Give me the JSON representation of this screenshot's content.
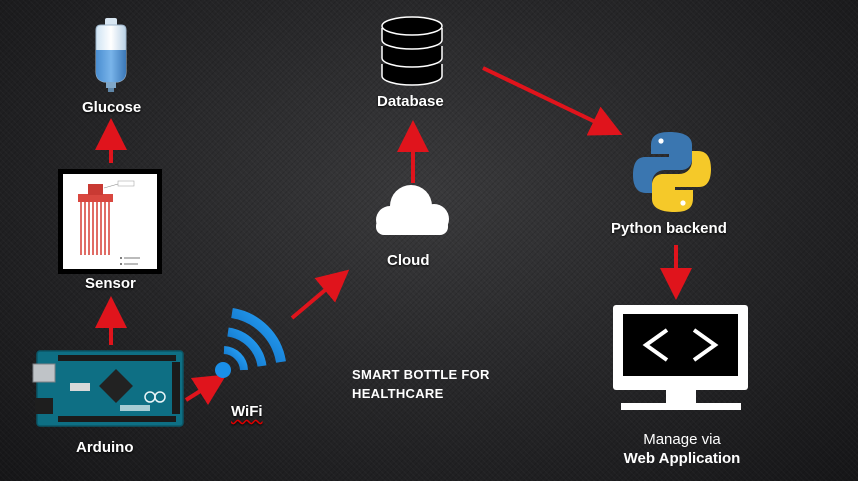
{
  "title": {
    "line1": "SMART BOTTLE FOR",
    "line2": "HEALTHCARE"
  },
  "nodes": {
    "glucose": "Glucose",
    "sensor": "Sensor",
    "arduino": "Arduino",
    "wifi": "WiFi",
    "cloud": "Cloud",
    "database": "Database",
    "python_backend": "Python backend",
    "web_app_prefix": "Manage via",
    "web_app": "Web Application"
  },
  "colors": {
    "arrow": "#e0141c",
    "wifi": "#1a8fe8",
    "python_blue": "#3a76b0",
    "python_yellow": "#f5c929"
  }
}
